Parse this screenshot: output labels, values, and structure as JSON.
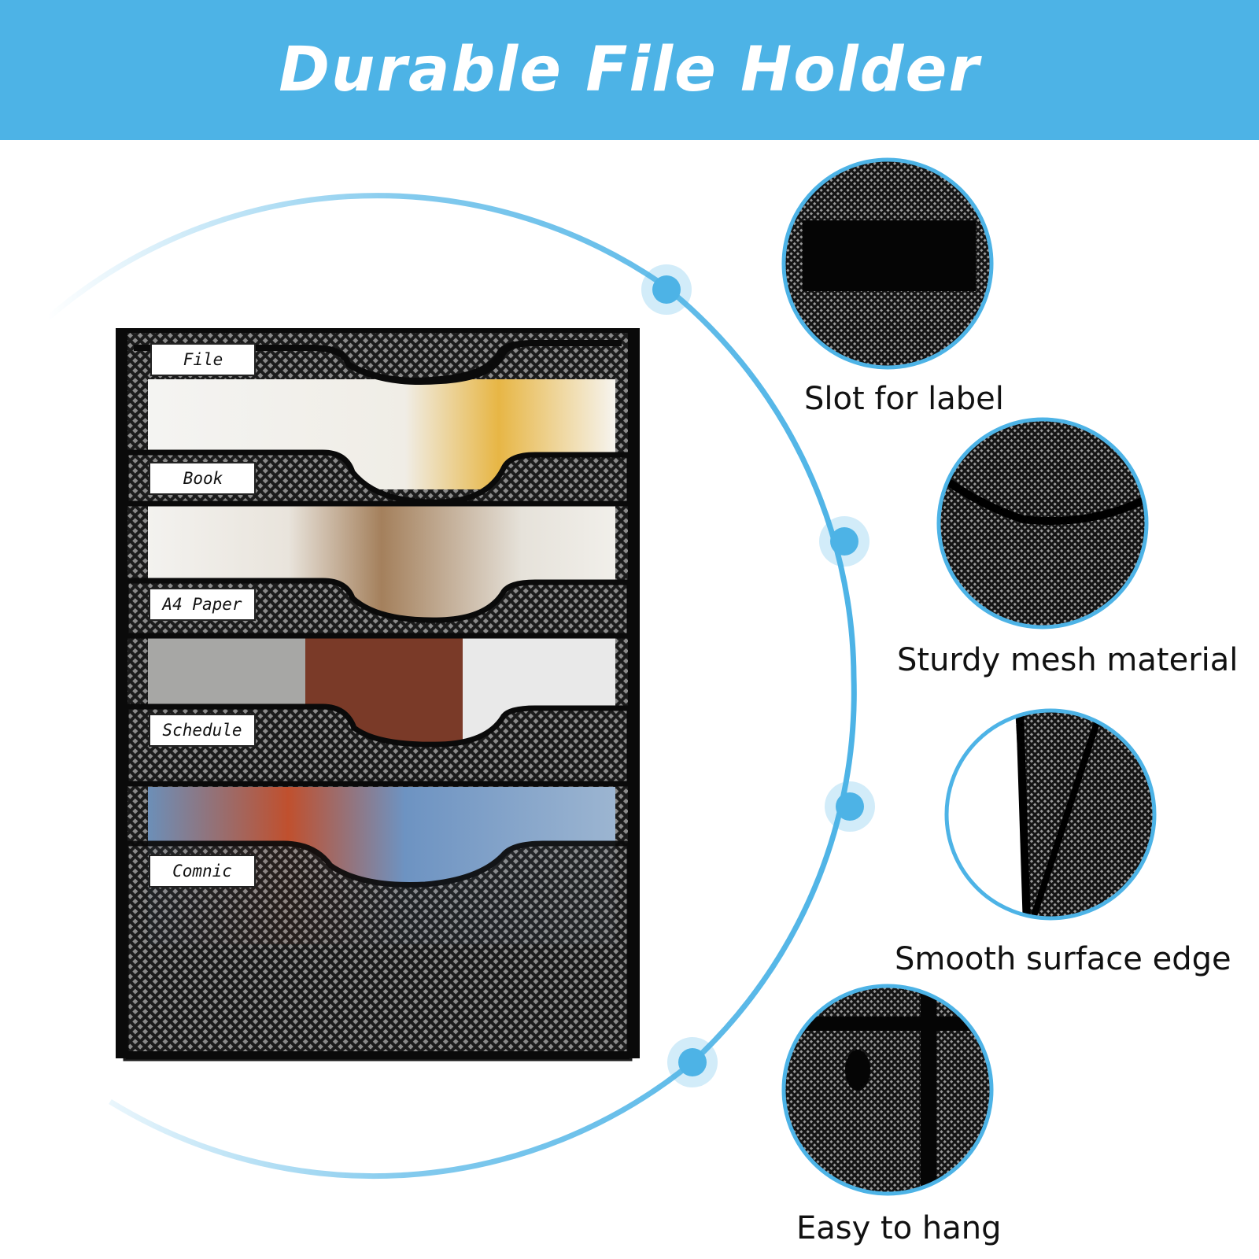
{
  "banner": {
    "title": "Durable File Holder",
    "background": "#4db3e6",
    "text_color": "#ffffff"
  },
  "accent_color": "#4db3e6",
  "product": {
    "name": "file-holder",
    "material_color": "#0d0d0d",
    "slots": [
      {
        "label": "File"
      },
      {
        "label": "Book"
      },
      {
        "label": "A4 Paper"
      },
      {
        "label": "Schedule"
      },
      {
        "label": "Comnic"
      }
    ]
  },
  "features": [
    {
      "label": "Slot for label",
      "icon": "label-slot-closeup"
    },
    {
      "label": "Sturdy mesh material",
      "icon": "mesh-closeup"
    },
    {
      "label": "Smooth surface edge",
      "icon": "edge-closeup"
    },
    {
      "label": "Easy to hang",
      "icon": "hang-hole-closeup"
    }
  ]
}
